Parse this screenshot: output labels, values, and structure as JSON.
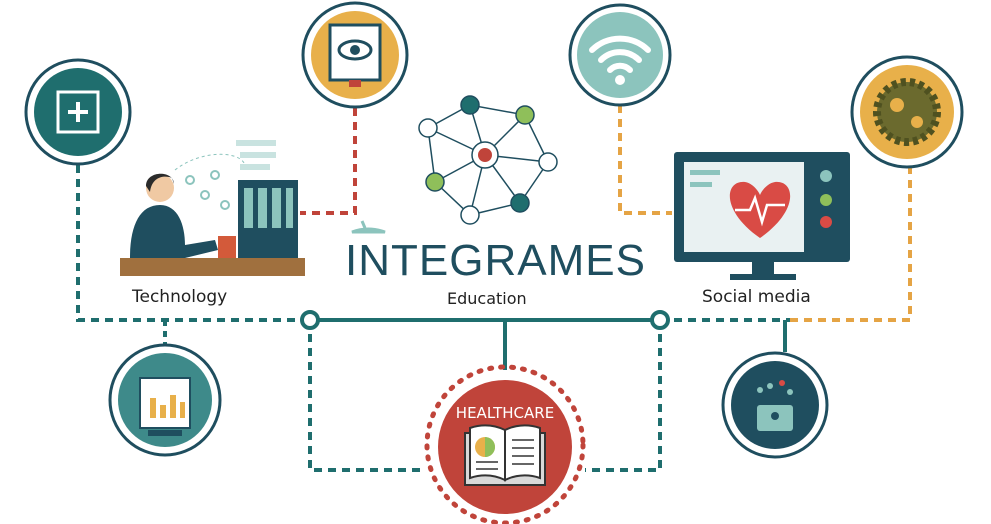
{
  "title": "INTEGRAMES",
  "labels": {
    "technology": "Technology",
    "education": "Education",
    "social_media": "Social media",
    "healthcare": "HEALTHCARE"
  },
  "colors": {
    "teal": "#1f6e6e",
    "dark_teal": "#1f4e5f",
    "yellow": "#e8b04a",
    "light_teal": "#8cc4bd",
    "red": "#c0443a",
    "orange_dash": "#e5a445"
  }
}
